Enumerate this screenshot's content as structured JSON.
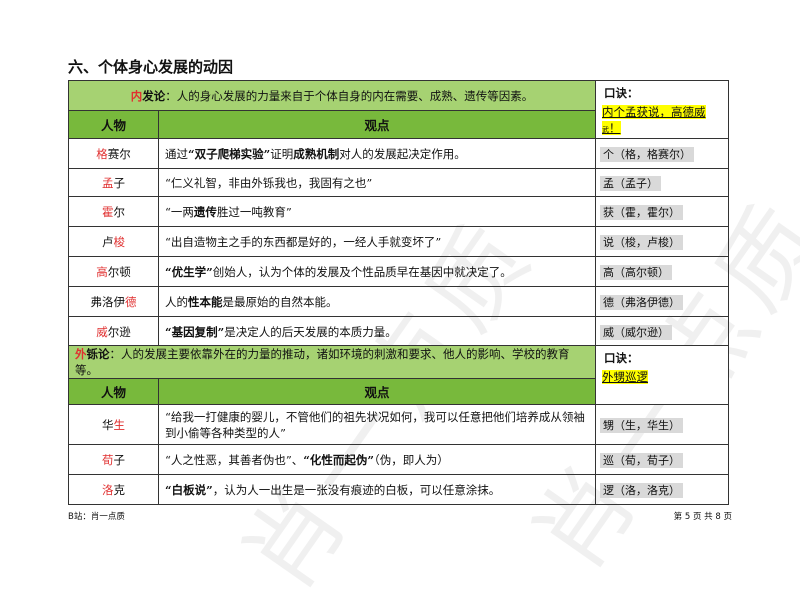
{
  "watermark": "肖一点质",
  "section_title": "六、个体身心发展的动因",
  "table1": {
    "intro_key": "内",
    "intro_rest": "发论",
    "intro_text": "：人的身心发展的力量来自于个体自身的内在需要、成熟、遗传等因素。",
    "kou_title": "口诀：",
    "kou_line": "内个孟获说，高德威",
    "kou_suffix": "武",
    "kou_end": "！",
    "col_person": "人物",
    "col_view": "观点",
    "rows": [
      {
        "red": "格",
        "rest": "赛尔",
        "red_pos": "start",
        "segs": [
          [
            "通过",
            0
          ],
          [
            "“双子爬梯实验”",
            1
          ],
          [
            "证明",
            0
          ],
          [
            "成熟机制",
            1
          ],
          [
            "对人的发展起决定作用。",
            0
          ]
        ],
        "mnem": "个（格，格赛尔）"
      },
      {
        "red": "孟",
        "rest": "子",
        "red_pos": "start",
        "segs": [
          [
            "“仁义礼智，非由外铄我也，我固有之也”",
            0
          ]
        ],
        "mnem": "孟（孟子）"
      },
      {
        "red": "霍",
        "rest": "尔",
        "red_pos": "start",
        "segs": [
          [
            "“一两",
            0
          ],
          [
            "遗传",
            1
          ],
          [
            "胜过一吨教育”",
            0
          ]
        ],
        "mnem": "获（霍，霍尔）"
      },
      {
        "red": "梭",
        "rest": "卢",
        "red_pos": "end",
        "segs": [
          [
            "“出自造物主之手的东西都是好的，一经人手就变坏了”",
            0
          ]
        ],
        "mnem": "说（梭，卢梭）"
      },
      {
        "red": "高",
        "rest": "尔顿",
        "red_pos": "start",
        "segs": [
          [
            "“优生学”",
            1
          ],
          [
            "创始人，认为个体的发展及个性品质早在基因中就决定了。",
            0
          ]
        ],
        "mnem": "高（高尔顿）"
      },
      {
        "red": "德",
        "rest": "弗洛伊",
        "red_pos": "end",
        "segs": [
          [
            "人的",
            0
          ],
          [
            "性本能",
            1
          ],
          [
            "是最原始的自然本能。",
            0
          ]
        ],
        "mnem": "德（弗洛伊德）"
      },
      {
        "red": "威",
        "rest": "尔逊",
        "red_pos": "start",
        "segs": [
          [
            "“基因复制”",
            1
          ],
          [
            "是决定人的后天发展的本质力量。",
            0
          ]
        ],
        "mnem": "威（威尔逊）"
      }
    ]
  },
  "table2": {
    "intro_key": "外",
    "intro_rest": "铄论",
    "intro_text": "：人的发展主要依靠外在的力量的推动，诸如环境的刺激和要求、他人的影响、学校的教育等。",
    "kou_title": "口诀：",
    "kou_line": "外甥巡逻",
    "col_person": "人物",
    "col_view": "观点",
    "rows": [
      {
        "red": "生",
        "rest": "华",
        "red_pos": "end",
        "segs": [
          [
            "“给我一打健康的婴儿，不管他们的祖先状况如何，我可以任意把他们培养成从领袖到小偷等各种类型的人”",
            0
          ]
        ],
        "mnem": "甥（生，华生）"
      },
      {
        "red": "荀",
        "rest": "子",
        "red_pos": "start",
        "segs": [
          [
            "“人之性恶，其善者伪也”、",
            0
          ],
          [
            "“化性而起伪”",
            1
          ],
          [
            "（伪，即人为）",
            0
          ]
        ],
        "mnem": "巡（荀，荀子）"
      },
      {
        "red": "洛",
        "rest": "克",
        "red_pos": "start",
        "segs": [
          [
            "“白板说”",
            1
          ],
          [
            "，认为人一出生是一张没有痕迹的白板，可以任意涂抹。",
            0
          ]
        ],
        "mnem": "逻（洛，洛克）"
      }
    ]
  },
  "footer": {
    "left": "B站：肖一点质",
    "right": "第 5 页 共 8 页"
  }
}
